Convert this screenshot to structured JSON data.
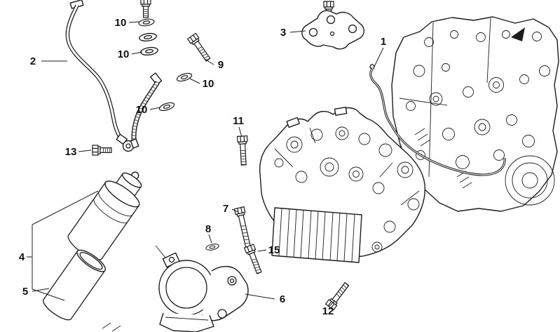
{
  "diagram": {
    "background_color": "#ffffff",
    "line_color": "#1c1c1c",
    "callout_color": "#111111",
    "callouts": [
      {
        "label": "2"
      },
      {
        "label": "10"
      },
      {
        "label": "10"
      },
      {
        "label": "9"
      },
      {
        "label": "10"
      },
      {
        "label": "10"
      },
      {
        "label": "3"
      },
      {
        "label": "1"
      },
      {
        "label": "11"
      },
      {
        "label": "13"
      },
      {
        "label": "7"
      },
      {
        "label": "8"
      },
      {
        "label": "15"
      },
      {
        "label": "4"
      },
      {
        "label": "5"
      },
      {
        "label": "6"
      },
      {
        "label": "12"
      }
    ]
  }
}
